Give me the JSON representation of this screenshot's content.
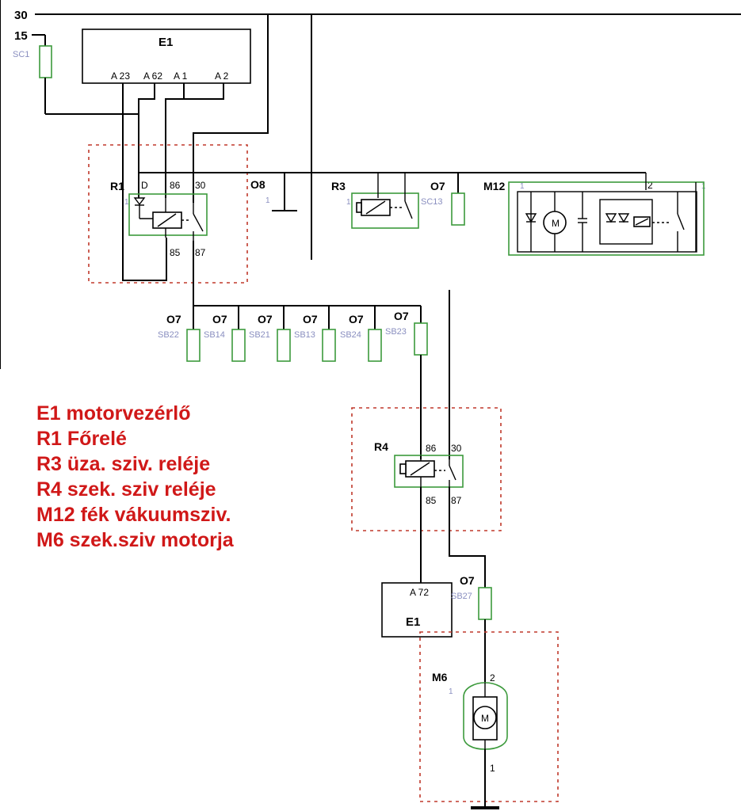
{
  "rails": {
    "bat_30": "30",
    "ign_15": "15"
  },
  "fuses": {
    "sc1": {
      "code": "SC1"
    },
    "sc13": {
      "name": "O7",
      "code": "SC13"
    },
    "row": [
      {
        "name": "O7",
        "code": "SB22"
      },
      {
        "name": "O7",
        "code": "SB14"
      },
      {
        "name": "O7",
        "code": "SB21"
      },
      {
        "name": "O7",
        "code": "SB13"
      },
      {
        "name": "O7",
        "code": "SB24"
      },
      {
        "name": "O7",
        "code": "SB23"
      }
    ],
    "sb27": {
      "name": "O7",
      "code": "SB27"
    }
  },
  "ecu_top": {
    "name": "E1",
    "pins": [
      "A 23",
      "A 62",
      "A 1",
      "A 2"
    ]
  },
  "ecu_bottom": {
    "name": "E1",
    "pin": "A 72"
  },
  "relay_r1": {
    "name": "R1",
    "pin_d": "D",
    "pin_86": "86",
    "pin_30": "30",
    "pin_85": "85",
    "pin_87": "87",
    "pin_1": "1"
  },
  "relay_r3": {
    "name": "R3",
    "pin_1": "1"
  },
  "relay_r4": {
    "name": "R4",
    "pin_86": "86",
    "pin_30": "30",
    "pin_85": "85",
    "pin_87": "87"
  },
  "ground_o8": {
    "name": "O8",
    "pin_1": "1"
  },
  "pump_m12": {
    "name": "M12",
    "pin_1a": "1",
    "pin_2": "2",
    "pin_1b": "1",
    "motor": "M"
  },
  "motor_m6": {
    "name": "M6",
    "pin_1a": "1",
    "pin_2": "2",
    "pin_1b": "1",
    "motor": "M"
  },
  "legend": [
    "E1 motorvezérlő",
    "R1 Főrelé",
    "R3 üza. sziv. reléje",
    "R4 szek. sziv reléje",
    "M12 fék vákuumsziv.",
    "M6 szek.sziv motorja"
  ],
  "colors": {
    "legend_text": "#d01818",
    "component_outline": "#3c9a3c",
    "housing_dash": "#c0392b",
    "fuse_code": "#8a8fc0"
  }
}
